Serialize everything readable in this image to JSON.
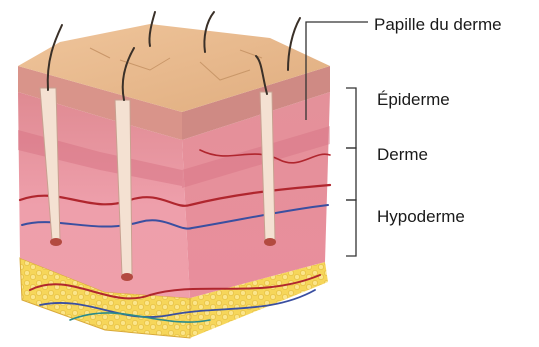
{
  "labels": {
    "papille": "Papille du derme",
    "epiderme": "Épiderme",
    "derme": "Derme",
    "hypoderme": "Hypoderme"
  },
  "colors": {
    "epidermis_top": "#e8b98a",
    "epidermis_side": "#d99a84",
    "dermis": "#e89aa6",
    "dermis_dark": "#d97a8c",
    "hypodermis_fat": "#f3d24a",
    "vessel_red": "#b0262e",
    "vessel_blue": "#3a4fa0",
    "nerve_teal": "#2b8a8a",
    "hair": "#3a3028",
    "leader_line": "#333333"
  }
}
